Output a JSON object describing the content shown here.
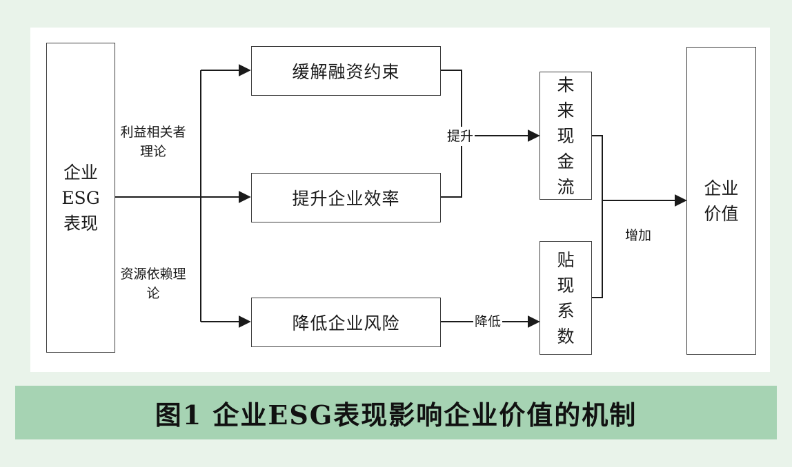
{
  "diagram": {
    "source": "企业ESG表现",
    "mid_boxes": [
      "缓解融资约束",
      "提升企业效率",
      "降低企业风险"
    ],
    "cashflow": "未来现金流",
    "discount": "贴现系数",
    "target": "企业价值",
    "edge_labels": {
      "stakeholder_theory": "利益相关者理论",
      "resource_dependence": "资源依赖理论",
      "raise": "提升",
      "lower": "降低",
      "increase": "增加"
    }
  },
  "caption": "图1  企业ESG表现影响企业价值的机制"
}
